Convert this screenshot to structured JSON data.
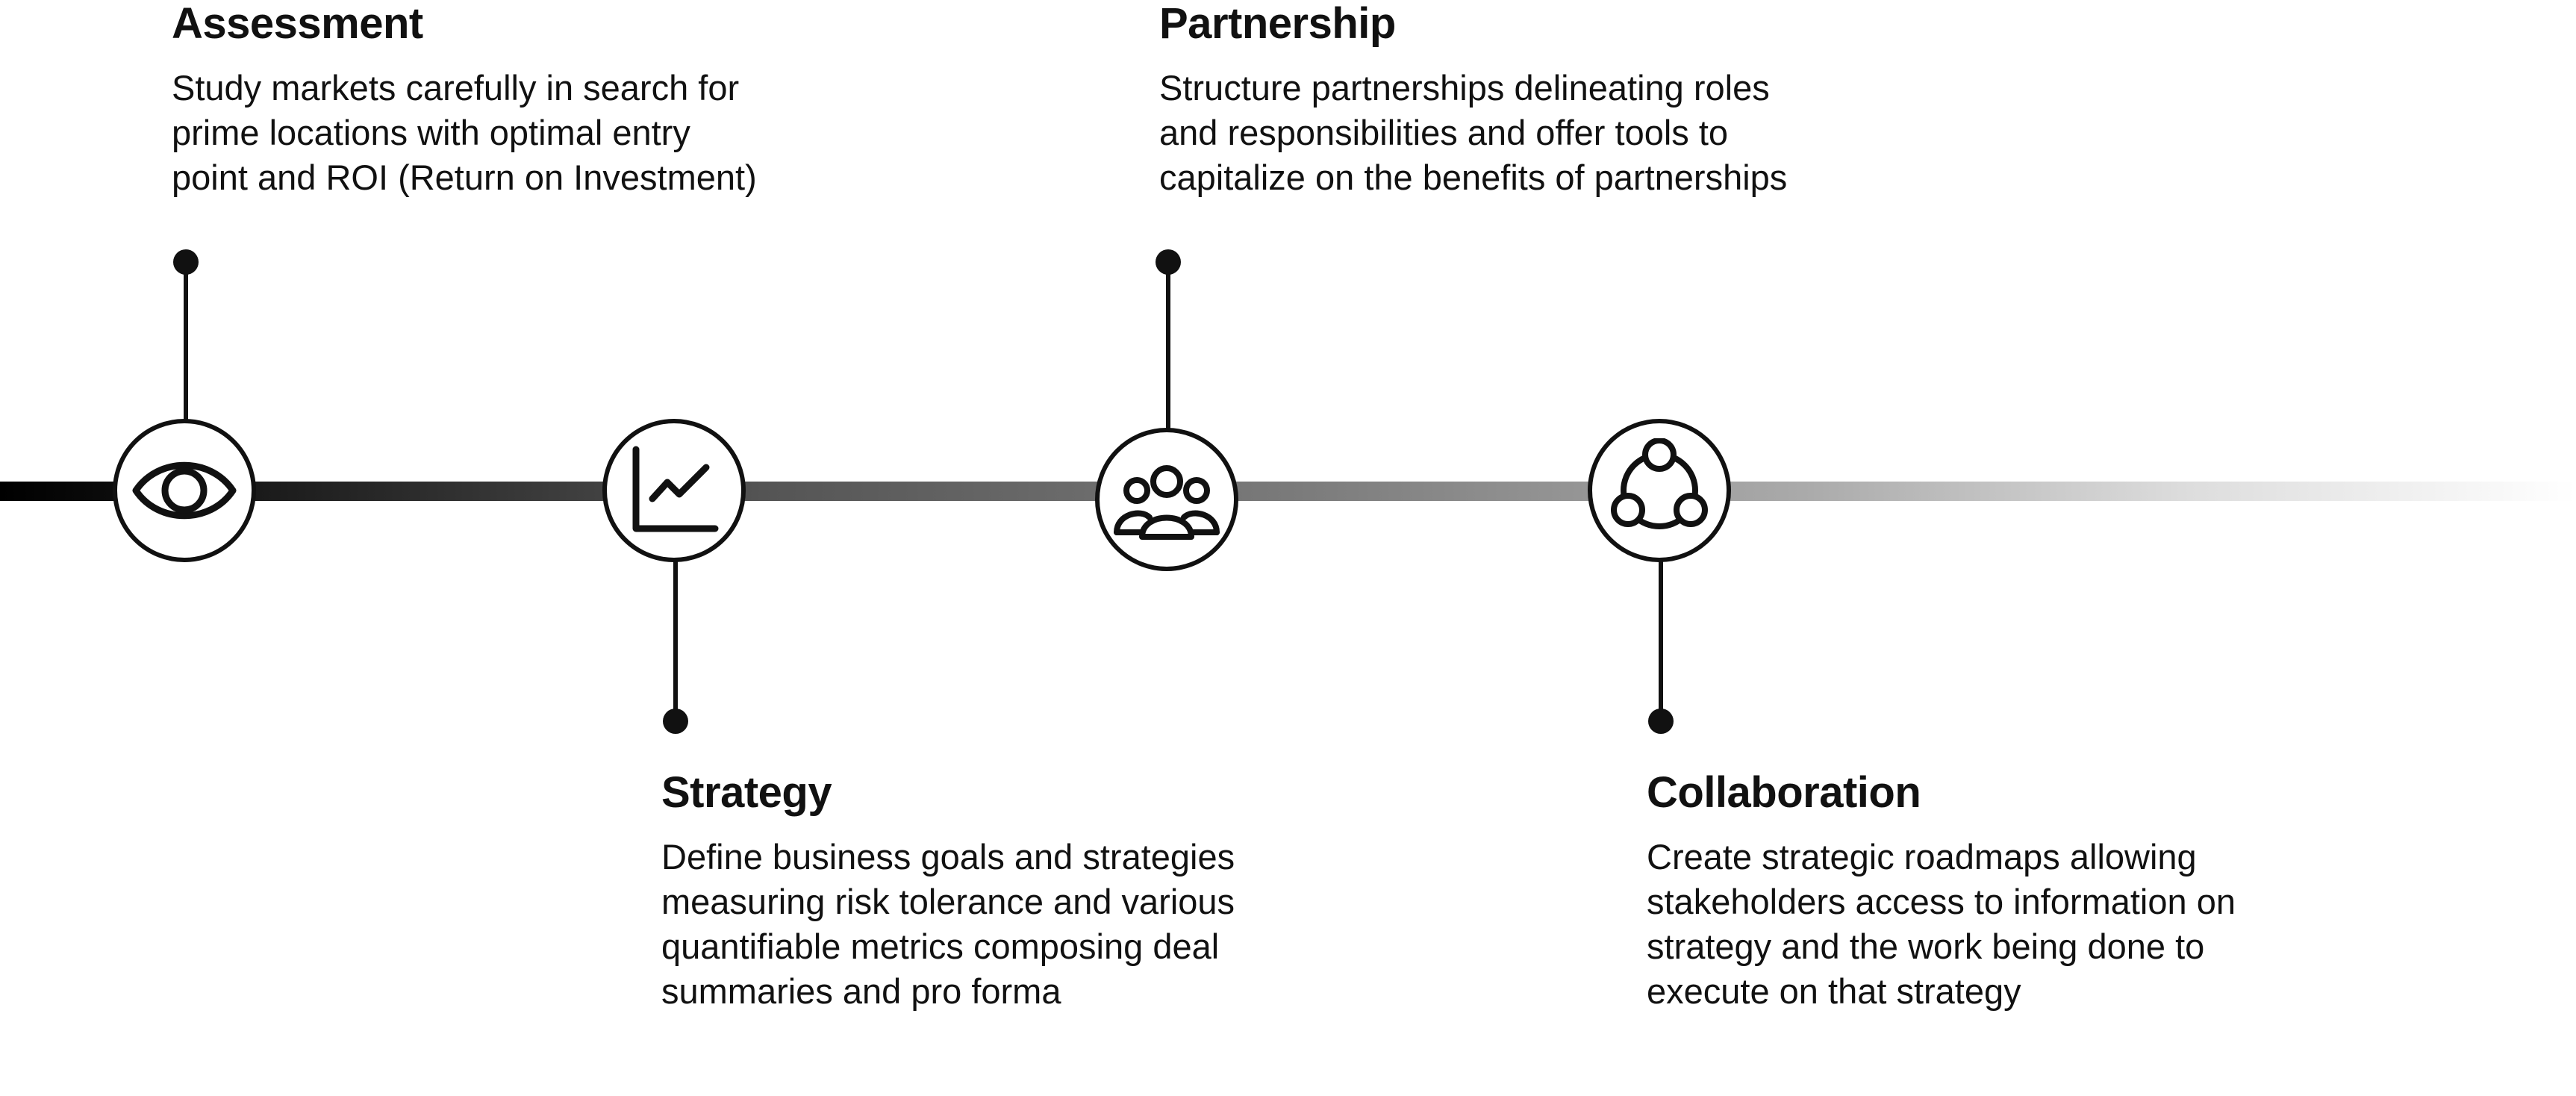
{
  "colors": {
    "ink": "#111111",
    "bar_start": "#000000",
    "bar_end": "#ffffff",
    "background": "#ffffff"
  },
  "steps": [
    {
      "title": "Assessment",
      "description": "Study markets carefully in search for\nprime locations with optimal entry\npoint and ROI (Return on Investment)",
      "icon": "eye-icon"
    },
    {
      "title": "Strategy",
      "description": "Define business goals and strategies\nmeasuring risk tolerance and various\nquantifiable metrics composing deal\nsummaries and pro forma",
      "icon": "line-chart-icon"
    },
    {
      "title": "Partnership",
      "description": "Structure partnerships delineating roles\nand responsibilities and offer tools to\ncapitalize on the benefits of partnerships",
      "icon": "group-icon"
    },
    {
      "title": "Collaboration",
      "description": "Create strategic roadmaps allowing\nstakeholders access to information on\nstrategy and the work being done to\nexecute on that strategy",
      "icon": "collaboration-cycle-icon"
    }
  ]
}
